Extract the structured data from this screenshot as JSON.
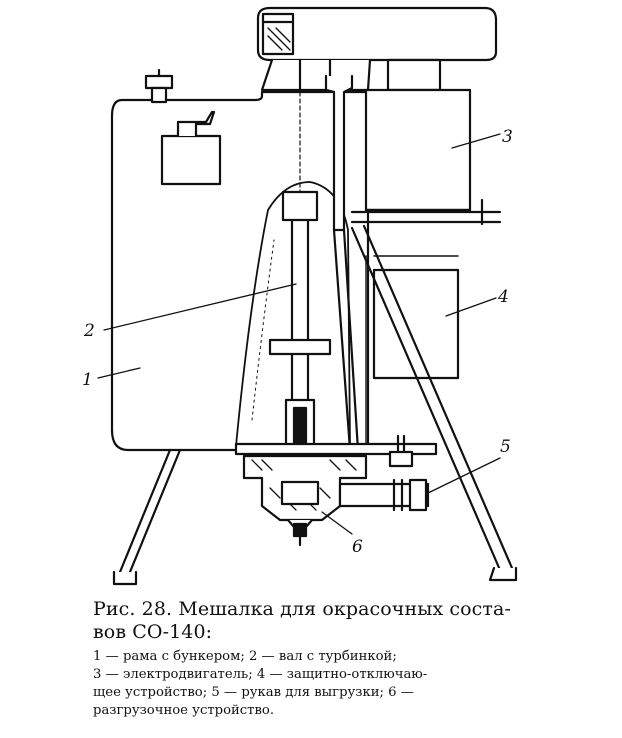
{
  "figure": {
    "labels": [
      "1",
      "2",
      "3",
      "4",
      "5",
      "6"
    ]
  },
  "caption": {
    "line1": "Рис. 28. Мешалка для окрасочных соста-",
    "line2": "вов СО-140:"
  },
  "legend": {
    "line1": "1 — рама с бункером;  2 — вал с турбинкой;",
    "line2": "3 — электродвигатель;   4 — защитно-отключаю-",
    "line3": "щее устройство; 5 — рукав для выгрузки; 6 —",
    "line4": "разгрузочное устройство."
  }
}
